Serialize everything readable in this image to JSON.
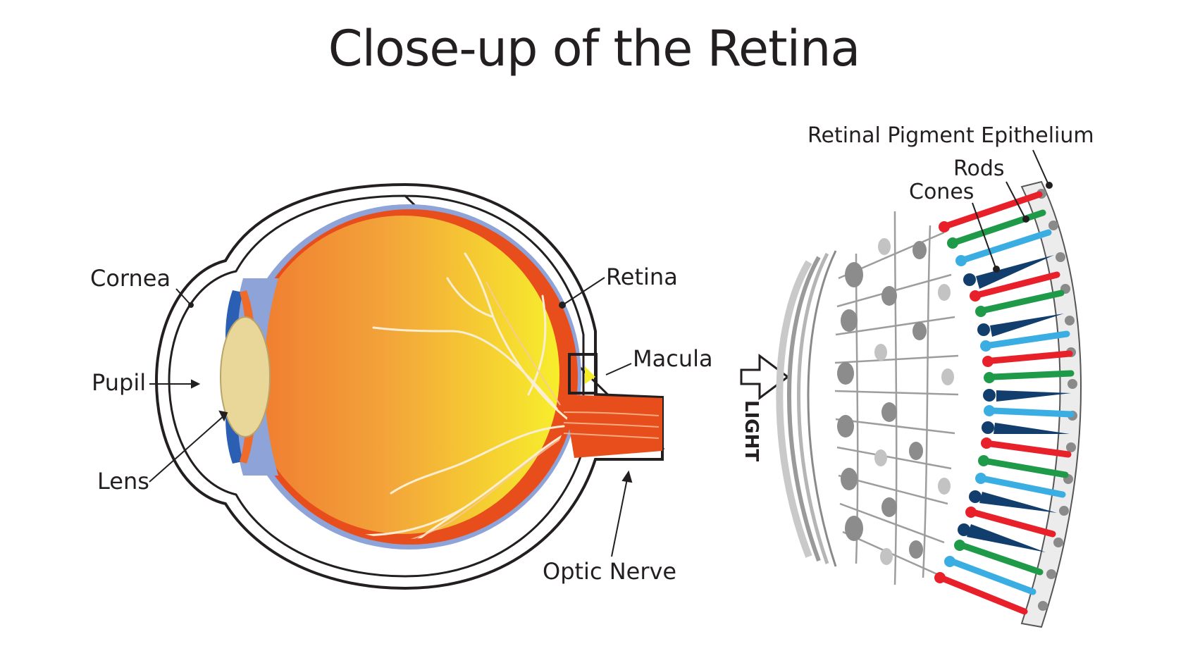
{
  "title": "Close-up of the Retina",
  "eye_labels": {
    "cornea": "Cornea",
    "pupil": "Pupil",
    "lens": "Lens",
    "retina": "Retina",
    "macula": "Macula",
    "optic_nerve": "Optic Nerve"
  },
  "retina_labels": {
    "rpe": "Retinal Pigment Epithelium",
    "rods": "Rods",
    "cones": "Cones",
    "light": "LIGHT"
  },
  "colors": {
    "rod_red": "#e8202a",
    "rod_green": "#1f9a48",
    "rod_blue": "#3aaee3",
    "cone_navy": "#123e6e",
    "eye_orange": "#ef6b2a",
    "eye_yellow": "#f7ec2a",
    "choroid": "#e84e1c",
    "sclera_blue": "#8ea3d8",
    "lens": "#e9d79a"
  }
}
